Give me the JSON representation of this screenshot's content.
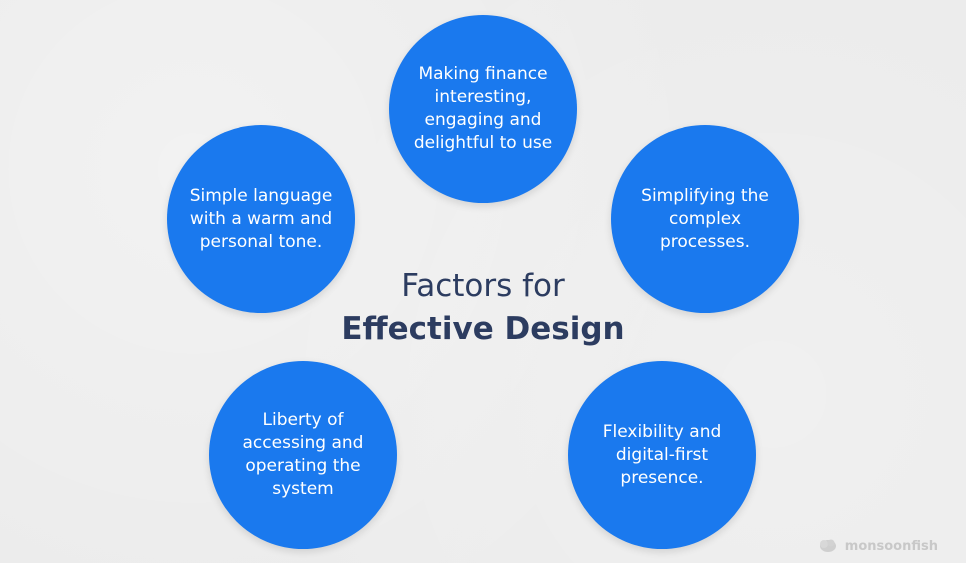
{
  "diagram": {
    "title_line1": "Factors for",
    "title_line2": "Effective Design",
    "factors": [
      {
        "id": "top",
        "text": "Making finance\ninteresting,\nengaging and\ndelightful to use"
      },
      {
        "id": "left",
        "text": "Simple language\nwith a warm and\npersonal tone."
      },
      {
        "id": "right",
        "text": "Simplifying the\ncomplex\nprocesses."
      },
      {
        "id": "bottom-left",
        "text": "Liberty of\naccessing and\noperating the\nsystem"
      },
      {
        "id": "bottom-right",
        "text": "Flexibility and\ndigital-first\npresence."
      }
    ],
    "circle_color": "#1a79ee",
    "title_color": "#2c3c60"
  },
  "watermark": {
    "text": "monsoonfish",
    "icon": "fish-logo-icon"
  }
}
